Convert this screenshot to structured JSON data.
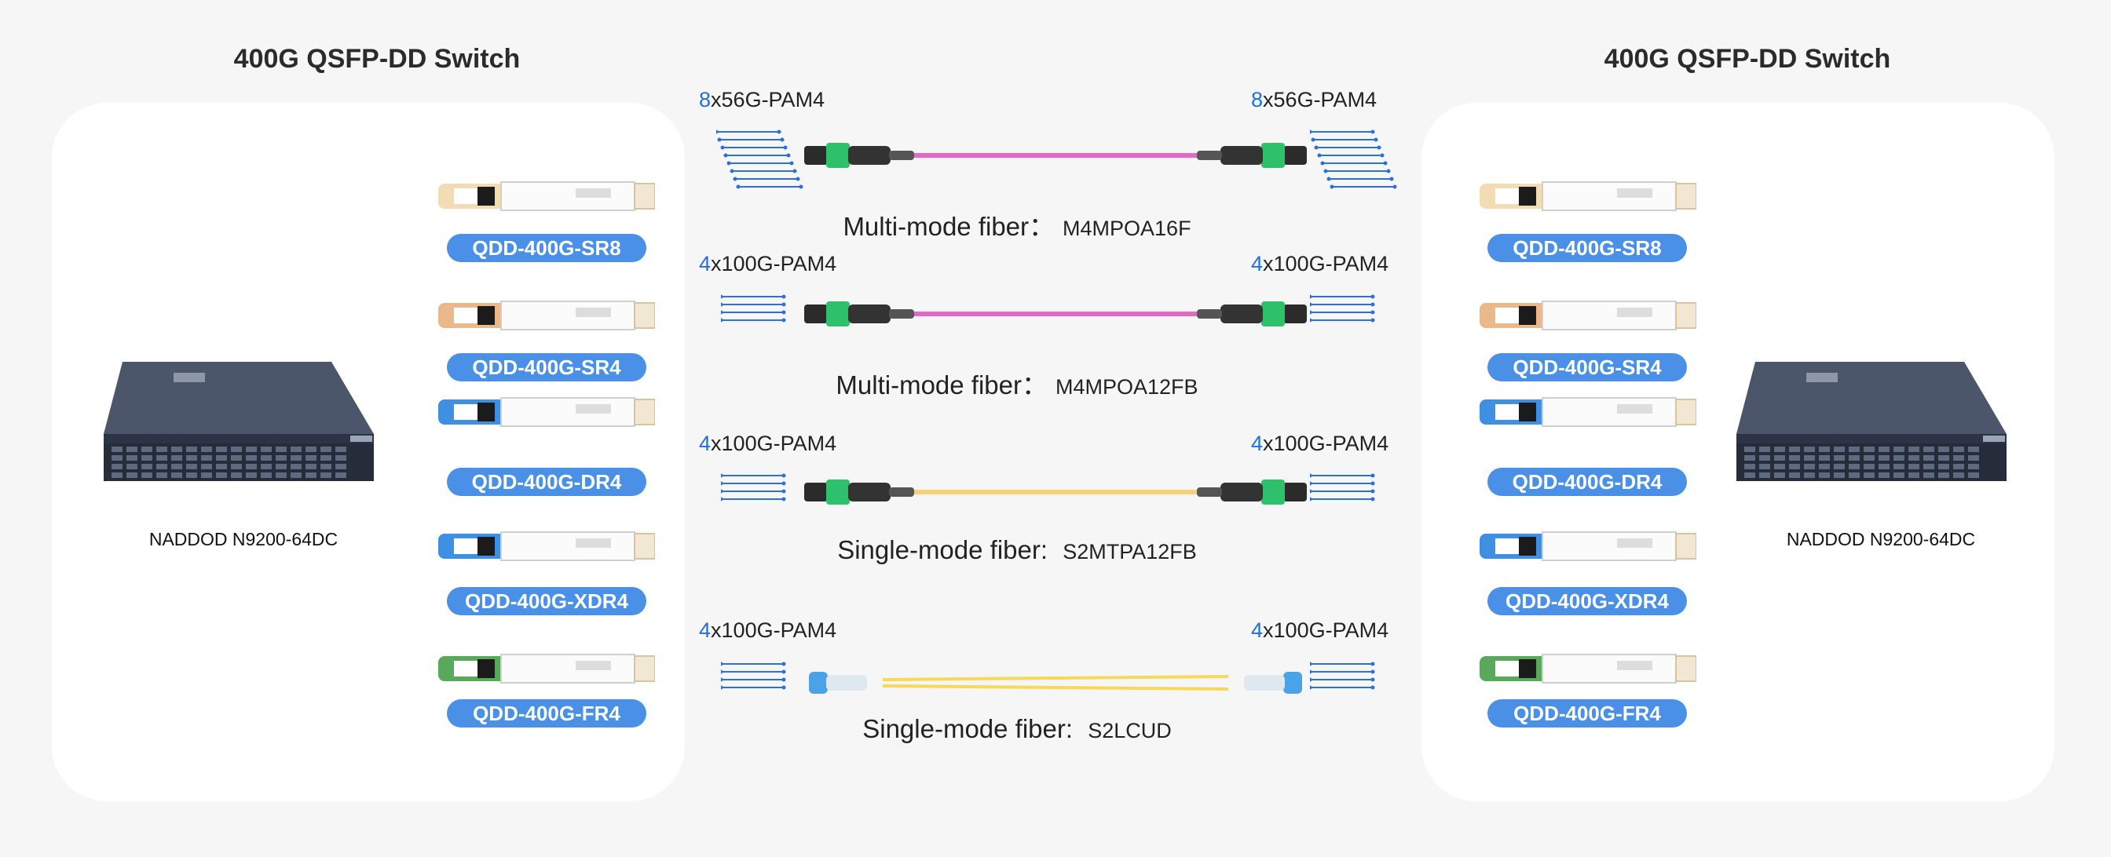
{
  "left": {
    "title": "400G QSFP-DD Switch",
    "switch_label": "NADDOD N9200-64DC",
    "modules": [
      {
        "label": "QDD-400G-SR8",
        "color": "#f2dcb4",
        "type": "sr8"
      },
      {
        "label": "QDD-400G-SR4",
        "color": "#e9b98c",
        "type": "sr4"
      },
      {
        "label": "QDD-400G-DR4",
        "color": "#3f8fe3",
        "type": "dr4"
      },
      {
        "label": "QDD-400G-XDR4",
        "color": "#3f8fe3",
        "type": "xdr4"
      },
      {
        "label": "QDD-400G-FR4",
        "color": "#5aa85c",
        "type": "fr4"
      }
    ]
  },
  "right": {
    "title": "400G QSFP-DD Switch",
    "switch_label": "NADDOD N9200-64DC",
    "modules": [
      {
        "label": "QDD-400G-SR8",
        "color": "#f2dcb4",
        "type": "sr8"
      },
      {
        "label": "QDD-400G-SR4",
        "color": "#e9b98c",
        "type": "sr4"
      },
      {
        "label": "QDD-400G-DR4",
        "color": "#3f8fe3",
        "type": "dr4"
      },
      {
        "label": "QDD-400G-XDR4",
        "color": "#3f8fe3",
        "type": "xdr4"
      },
      {
        "label": "QDD-400G-FR4",
        "color": "#5aa85c",
        "type": "fr4"
      }
    ]
  },
  "links": [
    {
      "rate_left": {
        "n": "8",
        "rest": "x56G-PAM4"
      },
      "rate_right": {
        "n": "8",
        "rest": "x56G-PAM4"
      },
      "fiber_type": "Multi-mode fiber：",
      "part": "M4MPOA16F",
      "cable_color": "#e469c6",
      "connector": "mpo",
      "lanes": 8
    },
    {
      "rate_left": {
        "n": "4",
        "rest": "x100G-PAM4"
      },
      "rate_right": {
        "n": "4",
        "rest": "x100G-PAM4"
      },
      "fiber_type": "Multi-mode fiber：",
      "part": "M4MPOA12FB",
      "cable_color": "#e469c6",
      "connector": "mpo",
      "lanes": 4
    },
    {
      "rate_left": {
        "n": "4",
        "rest": "x100G-PAM4"
      },
      "rate_right": {
        "n": "4",
        "rest": "x100G-PAM4"
      },
      "fiber_type": "Single-mode fiber: ",
      "part": "S2MTPA12FB",
      "cable_color": "#f2d27a",
      "connector": "mpo",
      "lanes": 4
    },
    {
      "rate_left": {
        "n": "4",
        "rest": "x100G-PAM4"
      },
      "rate_right": {
        "n": "4",
        "rest": "x100G-PAM4"
      },
      "fiber_type": "Single-mode fiber: ",
      "part": "S2LCUD",
      "cable_color": "#f6d85a",
      "connector": "lc",
      "lanes": 4
    }
  ],
  "colors": {
    "pill": "#4a90e6",
    "lane_blue": "#2f6fd8",
    "mpo_green": "#2ec06a",
    "lc_blue": "#4aa3e6",
    "switch_body": "#3b4457"
  }
}
